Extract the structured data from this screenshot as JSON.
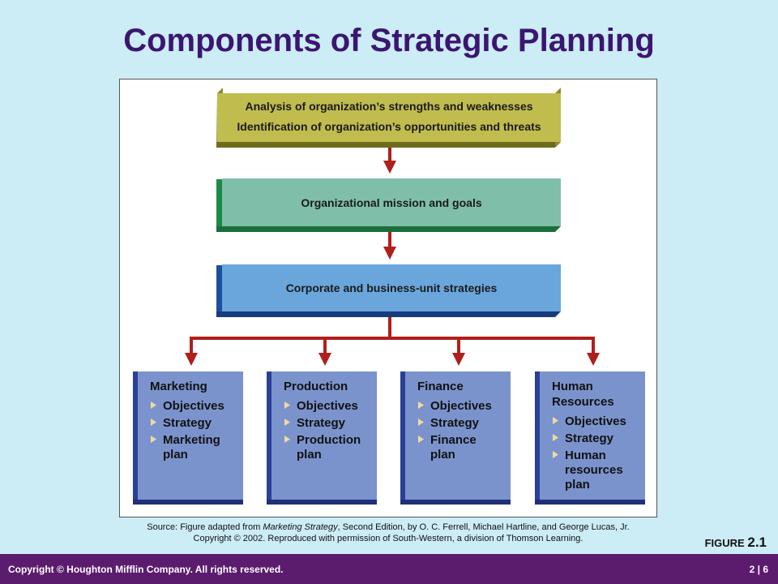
{
  "title": "Components of Strategic Planning",
  "diagram": {
    "analysis": {
      "line1": "Analysis of organization’s strengths and weaknesses",
      "line2": "Identification of organization’s opportunities and threats"
    },
    "mission": "Organizational mission and goals",
    "strategies": "Corporate and business-unit strategies",
    "functions": [
      {
        "title": [
          "Marketing"
        ],
        "items": [
          [
            "Objectives"
          ],
          [
            "Strategy"
          ],
          [
            "Marketing",
            "plan"
          ]
        ]
      },
      {
        "title": [
          "Production"
        ],
        "items": [
          [
            "Objectives"
          ],
          [
            "Strategy"
          ],
          [
            "Production",
            "plan"
          ]
        ]
      },
      {
        "title": [
          "Finance"
        ],
        "items": [
          [
            "Objectives"
          ],
          [
            "Strategy"
          ],
          [
            "Finance",
            "plan"
          ]
        ]
      },
      {
        "title": [
          "Human",
          "Resources"
        ],
        "items": [
          [
            "Objectives"
          ],
          [
            "Strategy"
          ],
          [
            "Human",
            "resources",
            "plan"
          ]
        ]
      }
    ]
  },
  "source": {
    "prefix": "Source: Figure adapted from ",
    "book": "Marketing Strategy",
    "suffix": ", Second Edition, by O. C. Ferrell, Michael Hartline, and George Lucas, Jr.",
    "line2": "Copyright © 2002. Reproduced with permission of South-Western, a division of Thomson Learning."
  },
  "figure_label": {
    "word": "FIGURE",
    "number": "2.1"
  },
  "footer": {
    "copyright": "Copyright © Houghton Mifflin Company. All rights reserved.",
    "page": "2 | 6"
  },
  "colors": {
    "analysis_box": "#c0bc4e",
    "mission_box": "#7fbfaa",
    "strategy_box": "#6aa6dc",
    "function_box": "#7b93cd",
    "arrow": "#b01f1b"
  }
}
